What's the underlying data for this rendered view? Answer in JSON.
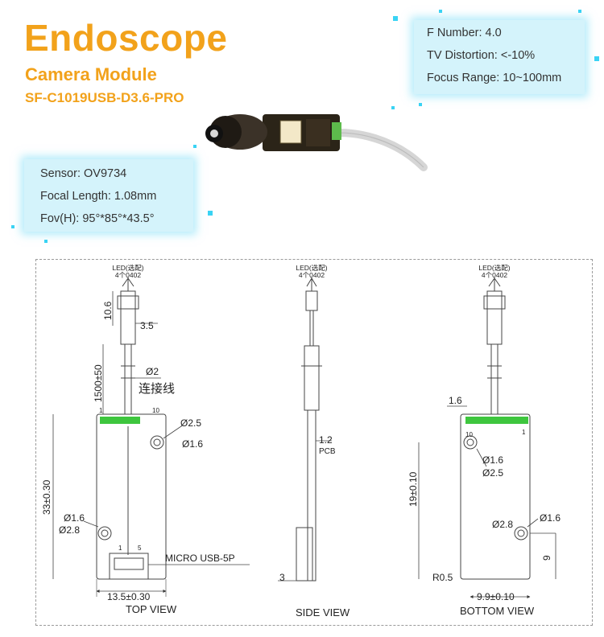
{
  "header": {
    "title": "Endoscope",
    "subtitle": "Camera Module",
    "model": "SF-C1019USB-D3.6-PRO"
  },
  "specs_top": [
    "F Number: 4.0",
    "TV Distortion: <-10%",
    "Focus Range: 10~100mm"
  ],
  "specs_left": [
    "Sensor: OV9734",
    "Focal Length: 1.08mm",
    "Fov(H): 95°*85°*43.5°"
  ],
  "colors": {
    "accent": "#f2a21b",
    "spec_box": "#d4f3fb",
    "pcb_pads": "#3ec63e"
  },
  "drawing": {
    "led_label_1": "LED(选配)",
    "led_label_2": "4个0402",
    "top_view": {
      "dim_head_height": "10.6",
      "dim_head_width": "3.5",
      "dim_cable_length": "1500±50",
      "dim_cable_dia": "Ø2",
      "cable_label": "连接线",
      "pin1": "1",
      "pin10": "10",
      "hole_outer": "Ø2.5",
      "hole_inner": "Ø1.6",
      "dim_board_length": "33±0.30",
      "hole2_inner": "Ø1.6",
      "hole2_outer": "Ø2.8",
      "usb_pin1": "1",
      "usb_pin5": "5",
      "usb_label": "MICRO USB-5P",
      "dim_board_width": "13.5±0.30",
      "view_label": "TOP VIEW"
    },
    "side_view": {
      "dim_pcb_thickness": "1.2",
      "pcb_label": "PCB",
      "dim_usb": "3",
      "view_label": "SIDE VIEW"
    },
    "bottom_view": {
      "dim_top": "1.6",
      "pin10": "10",
      "pin1": "1",
      "hole_inner": "Ø1.6",
      "hole_outer": "Ø2.5",
      "dim_hole_offset": "19±0.10",
      "hole2_outer": "Ø2.8",
      "hole2_inner": "Ø1.6",
      "dim_9": "9",
      "dim_radius": "R0.5",
      "dim_width": "9.9±0.10",
      "view_label": "BOTTOM VIEW"
    }
  }
}
